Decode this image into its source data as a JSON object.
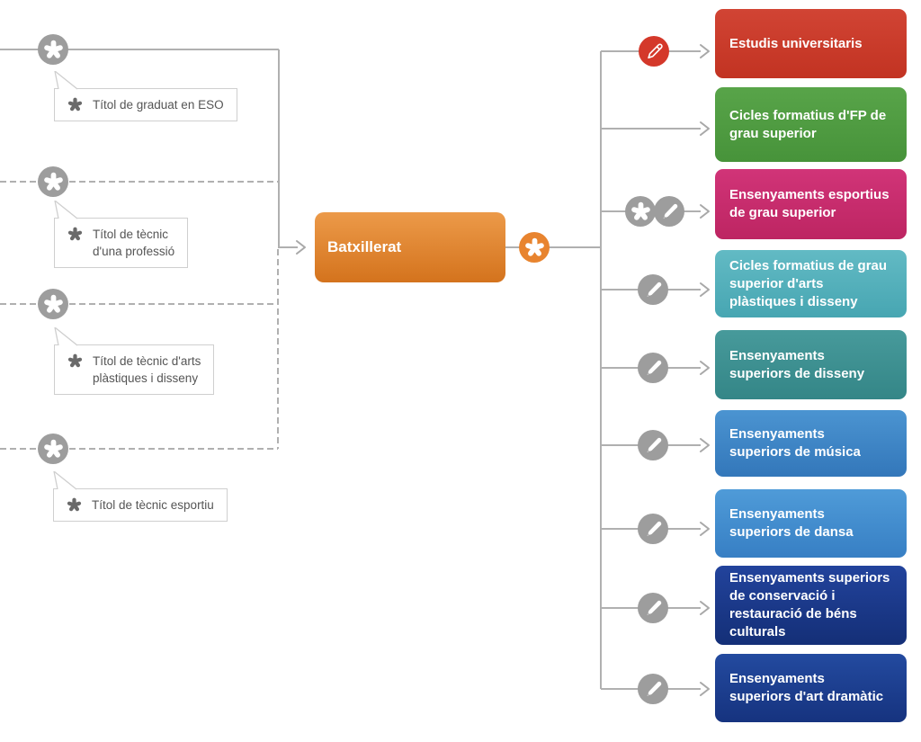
{
  "colors": {
    "line": "#b0b0b0",
    "node_gray": "#9d9d9d",
    "node_orange": "#e8842f",
    "node_red": "#d4382a"
  },
  "inputs": [
    {
      "label": "Títol de graduat en ESO",
      "icon": "asterisk",
      "line_style": "solid"
    },
    {
      "label": "Títol de tècnic\nd'una professió",
      "icon": "asterisk",
      "line_style": "dashed"
    },
    {
      "label": "Títol de tècnic d'arts\nplàstiques i disseny",
      "icon": "asterisk",
      "line_style": "dashed"
    },
    {
      "label": "Títol de tècnic esportiu",
      "icon": "asterisk",
      "line_style": "dashed"
    }
  ],
  "center": {
    "label": "Batxillerat",
    "color": "#e18a31",
    "badge_icon": "asterisk"
  },
  "outputs": [
    {
      "label": "Estudis universitaris",
      "color": "#c93a2b",
      "badges": [
        "pencil-red"
      ]
    },
    {
      "label": "Cicles formatius d'FP de\ngrau superior",
      "color": "#4f9a40",
      "badges": []
    },
    {
      "label": "Ensenyaments esportius\nde grau superior",
      "color": "#c92d6e",
      "badges": [
        "asterisk-gray",
        "pencil-gray"
      ]
    },
    {
      "label": "Cicles formatius de grau\nsuperior d'arts\nplàstiques i disseny",
      "color": "#54afbb",
      "badges": [
        "pencil-gray"
      ]
    },
    {
      "label": "Ensenyaments\nsuperiors de disseny",
      "color": "#3d9193",
      "badges": [
        "pencil-gray"
      ]
    },
    {
      "label": "Ensenyaments\nsuperiors de música",
      "color": "#3f86c6",
      "badges": [
        "pencil-gray"
      ]
    },
    {
      "label": "Ensenyaments\nsuperiors de dansa",
      "color": "#4590cf",
      "badges": [
        "pencil-gray"
      ]
    },
    {
      "label": "Ensenyaments superiors\nde conservació i\nrestauració de béns\nculturals",
      "color": "#1c3a8e",
      "badges": [
        "pencil-gray"
      ]
    },
    {
      "label": "Ensenyaments\nsuperiors d'art dramàtic",
      "color": "#1d3f97",
      "badges": [
        "pencil-gray"
      ]
    }
  ]
}
